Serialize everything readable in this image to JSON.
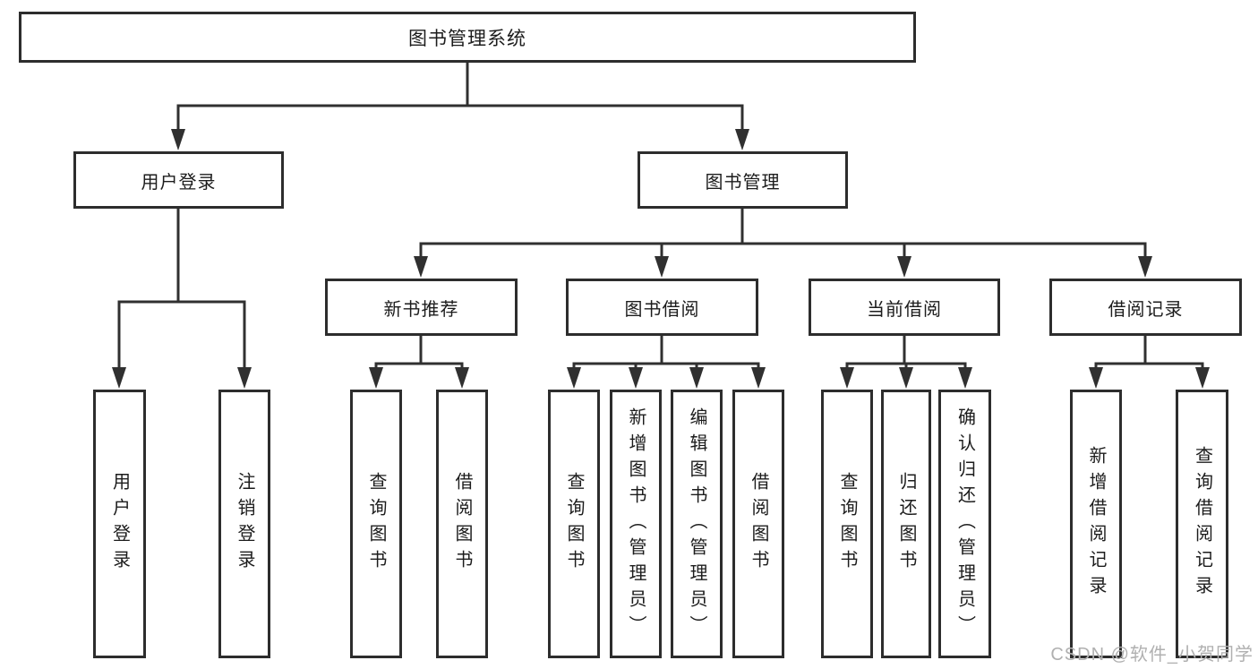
{
  "diagram_type": "hierarchy-tree",
  "colors": {
    "line": "#303030",
    "box_border": "#2d2d2d",
    "box_fill": "#ffffff",
    "text": "#1c1c1c",
    "watermark": "#b0b0b0"
  },
  "tree": {
    "label": "图书管理系统",
    "children": [
      {
        "label": "用户登录",
        "children": [
          {
            "label": "用户登录"
          },
          {
            "label": "注销登录"
          }
        ]
      },
      {
        "label": "图书管理",
        "children": [
          {
            "label": "新书推荐",
            "children": [
              {
                "label": "查询图书"
              },
              {
                "label": "借阅图书"
              }
            ]
          },
          {
            "label": "图书借阅",
            "children": [
              {
                "label": "查询图书"
              },
              {
                "label": "新增图书（管理员）"
              },
              {
                "label": "编辑图书（管理员）"
              },
              {
                "label": "借阅图书"
              }
            ]
          },
          {
            "label": "当前借阅",
            "children": [
              {
                "label": "查询图书"
              },
              {
                "label": "归还图书"
              },
              {
                "label": "确认归还（管理员）"
              }
            ]
          },
          {
            "label": "借阅记录",
            "children": [
              {
                "label": "新增借阅记录"
              },
              {
                "label": "查询借阅记录"
              }
            ]
          }
        ]
      }
    ]
  },
  "watermark": "CSDN @软件_小贺同学"
}
